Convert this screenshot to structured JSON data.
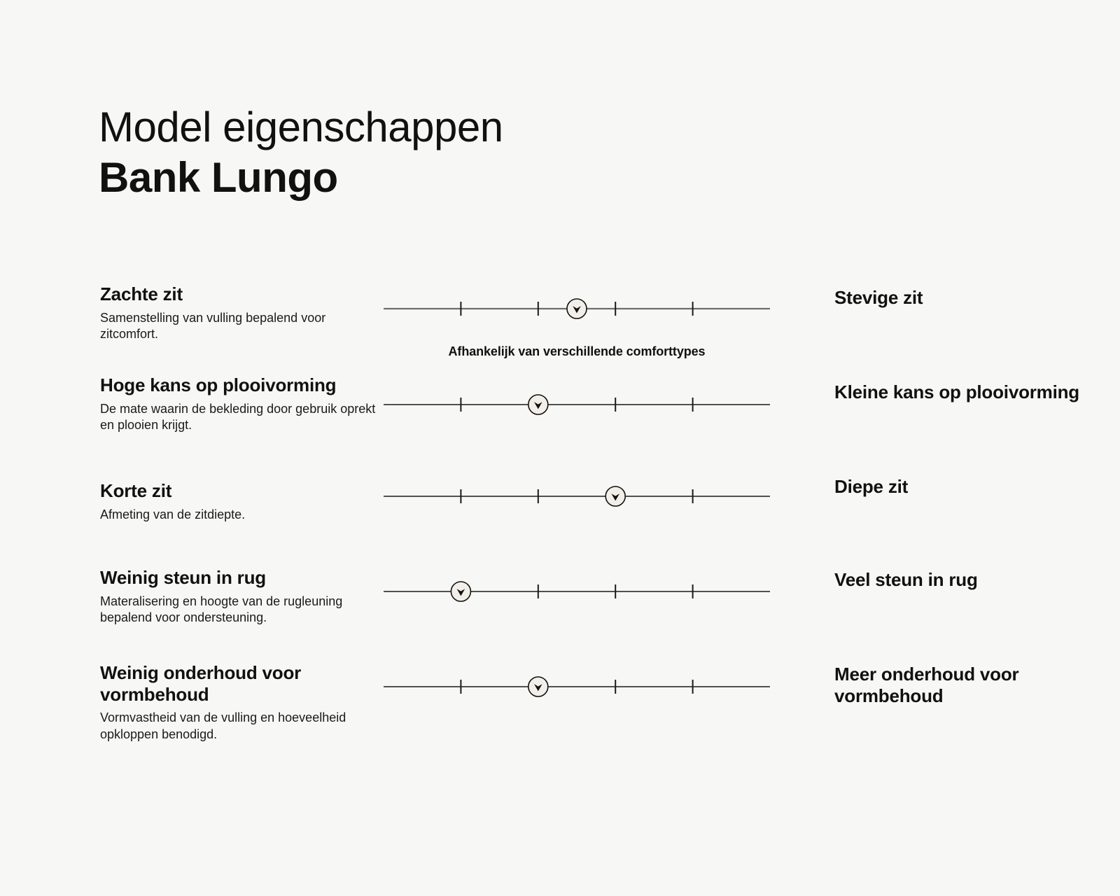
{
  "header": {
    "title_line1": "Model eigenschappen",
    "title_line2": "Bank Lungo"
  },
  "scale_note": "Afhankelijk van verschillende comforttypes",
  "marker_icon": "chevron-down-icon",
  "colors": {
    "background": "#f7f7f5",
    "text": "#111111",
    "line": "#6e6e6e",
    "tick": "#1a1a1a",
    "marker_fill": "#f2efe9",
    "marker_stroke": "#111111"
  },
  "chart_data": {
    "type": "scatter",
    "title": "Model eigenschappen Bank Lungo",
    "xlabel": "",
    "ylabel": "",
    "xlim": [
      0,
      5
    ],
    "grid": false,
    "legend": "none",
    "tick_positions": [
      1,
      2,
      3,
      4
    ],
    "rows": [
      {
        "left_label": "Zachte zit",
        "left_desc": "Samenstelling van vulling bepalend voor zitcomfort.",
        "right_label": "Stevige zit",
        "value": 2.5,
        "note": "Afhankelijk van verschillende comforttypes"
      },
      {
        "left_label": "Hoge kans op plooivorming",
        "left_desc": "De mate waarin de bekleding door gebruik oprekt en plooien krijgt.",
        "right_label": "Kleine kans op plooivorming",
        "value": 2.0,
        "note": ""
      },
      {
        "left_label": "Korte zit",
        "left_desc": "Afmeting van de zitdiepte.",
        "right_label": "Diepe zit",
        "value": 3.0,
        "note": ""
      },
      {
        "left_label": "Weinig steun in rug",
        "left_desc": "Materalisering en hoogte van de rugleuning bepalend voor ondersteuning.",
        "right_label": "Veel steun in rug",
        "value": 1.0,
        "note": ""
      },
      {
        "left_label": "Weinig onderhoud voor vormbehoud",
        "left_desc": "Vormvastheid van de vulling en hoeveelheid opkloppen benodigd.",
        "right_label": "Meer onderhoud voor vormbehoud",
        "value": 2.0,
        "note": ""
      }
    ]
  }
}
